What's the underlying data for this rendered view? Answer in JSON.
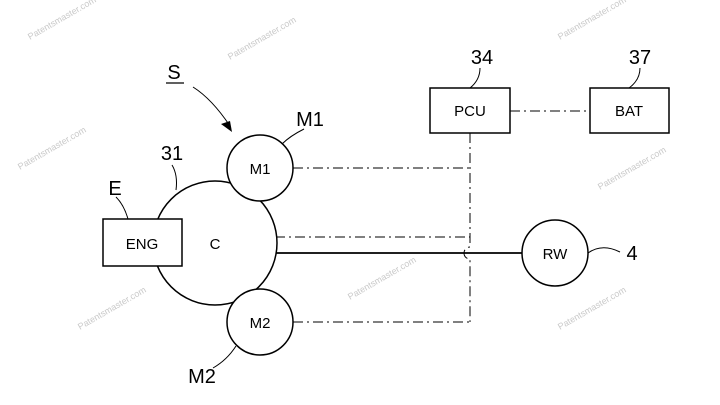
{
  "diagram": {
    "watermark": "Patentsmaster.com",
    "system_label": "S",
    "carrier": {
      "ref": "31",
      "label": "C"
    },
    "engine": {
      "ref": "E",
      "label": "ENG"
    },
    "motor1": {
      "ref": "M1",
      "label": "M1"
    },
    "motor2": {
      "ref": "M2",
      "label": "M2"
    },
    "pcu": {
      "ref": "34",
      "label": "PCU"
    },
    "battery": {
      "ref": "37",
      "label": "BAT"
    },
    "wheel": {
      "ref": "4",
      "label": "RW"
    }
  }
}
